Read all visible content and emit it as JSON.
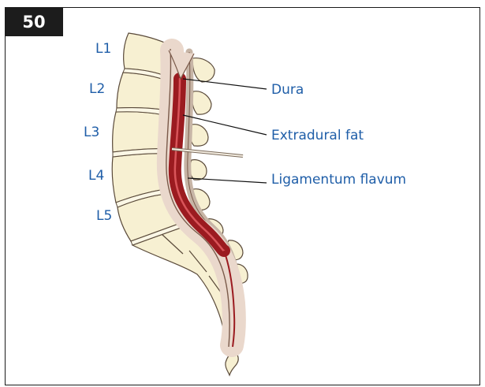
{
  "figure": {
    "number": "50",
    "vertebra_levels": [
      "L1",
      "L2",
      "L3",
      "L4",
      "L5"
    ],
    "labels": {
      "dura": "Dura",
      "extradural_fat": "Extradural fat",
      "ligamentum_flavum": "Ligamentum flavum"
    },
    "colors": {
      "bone": "#f7f0d2",
      "bone_outline": "#5a4a3a",
      "dura": "#9b1b20",
      "fat": "#ead8cc",
      "text": "#1f5ea8"
    }
  }
}
